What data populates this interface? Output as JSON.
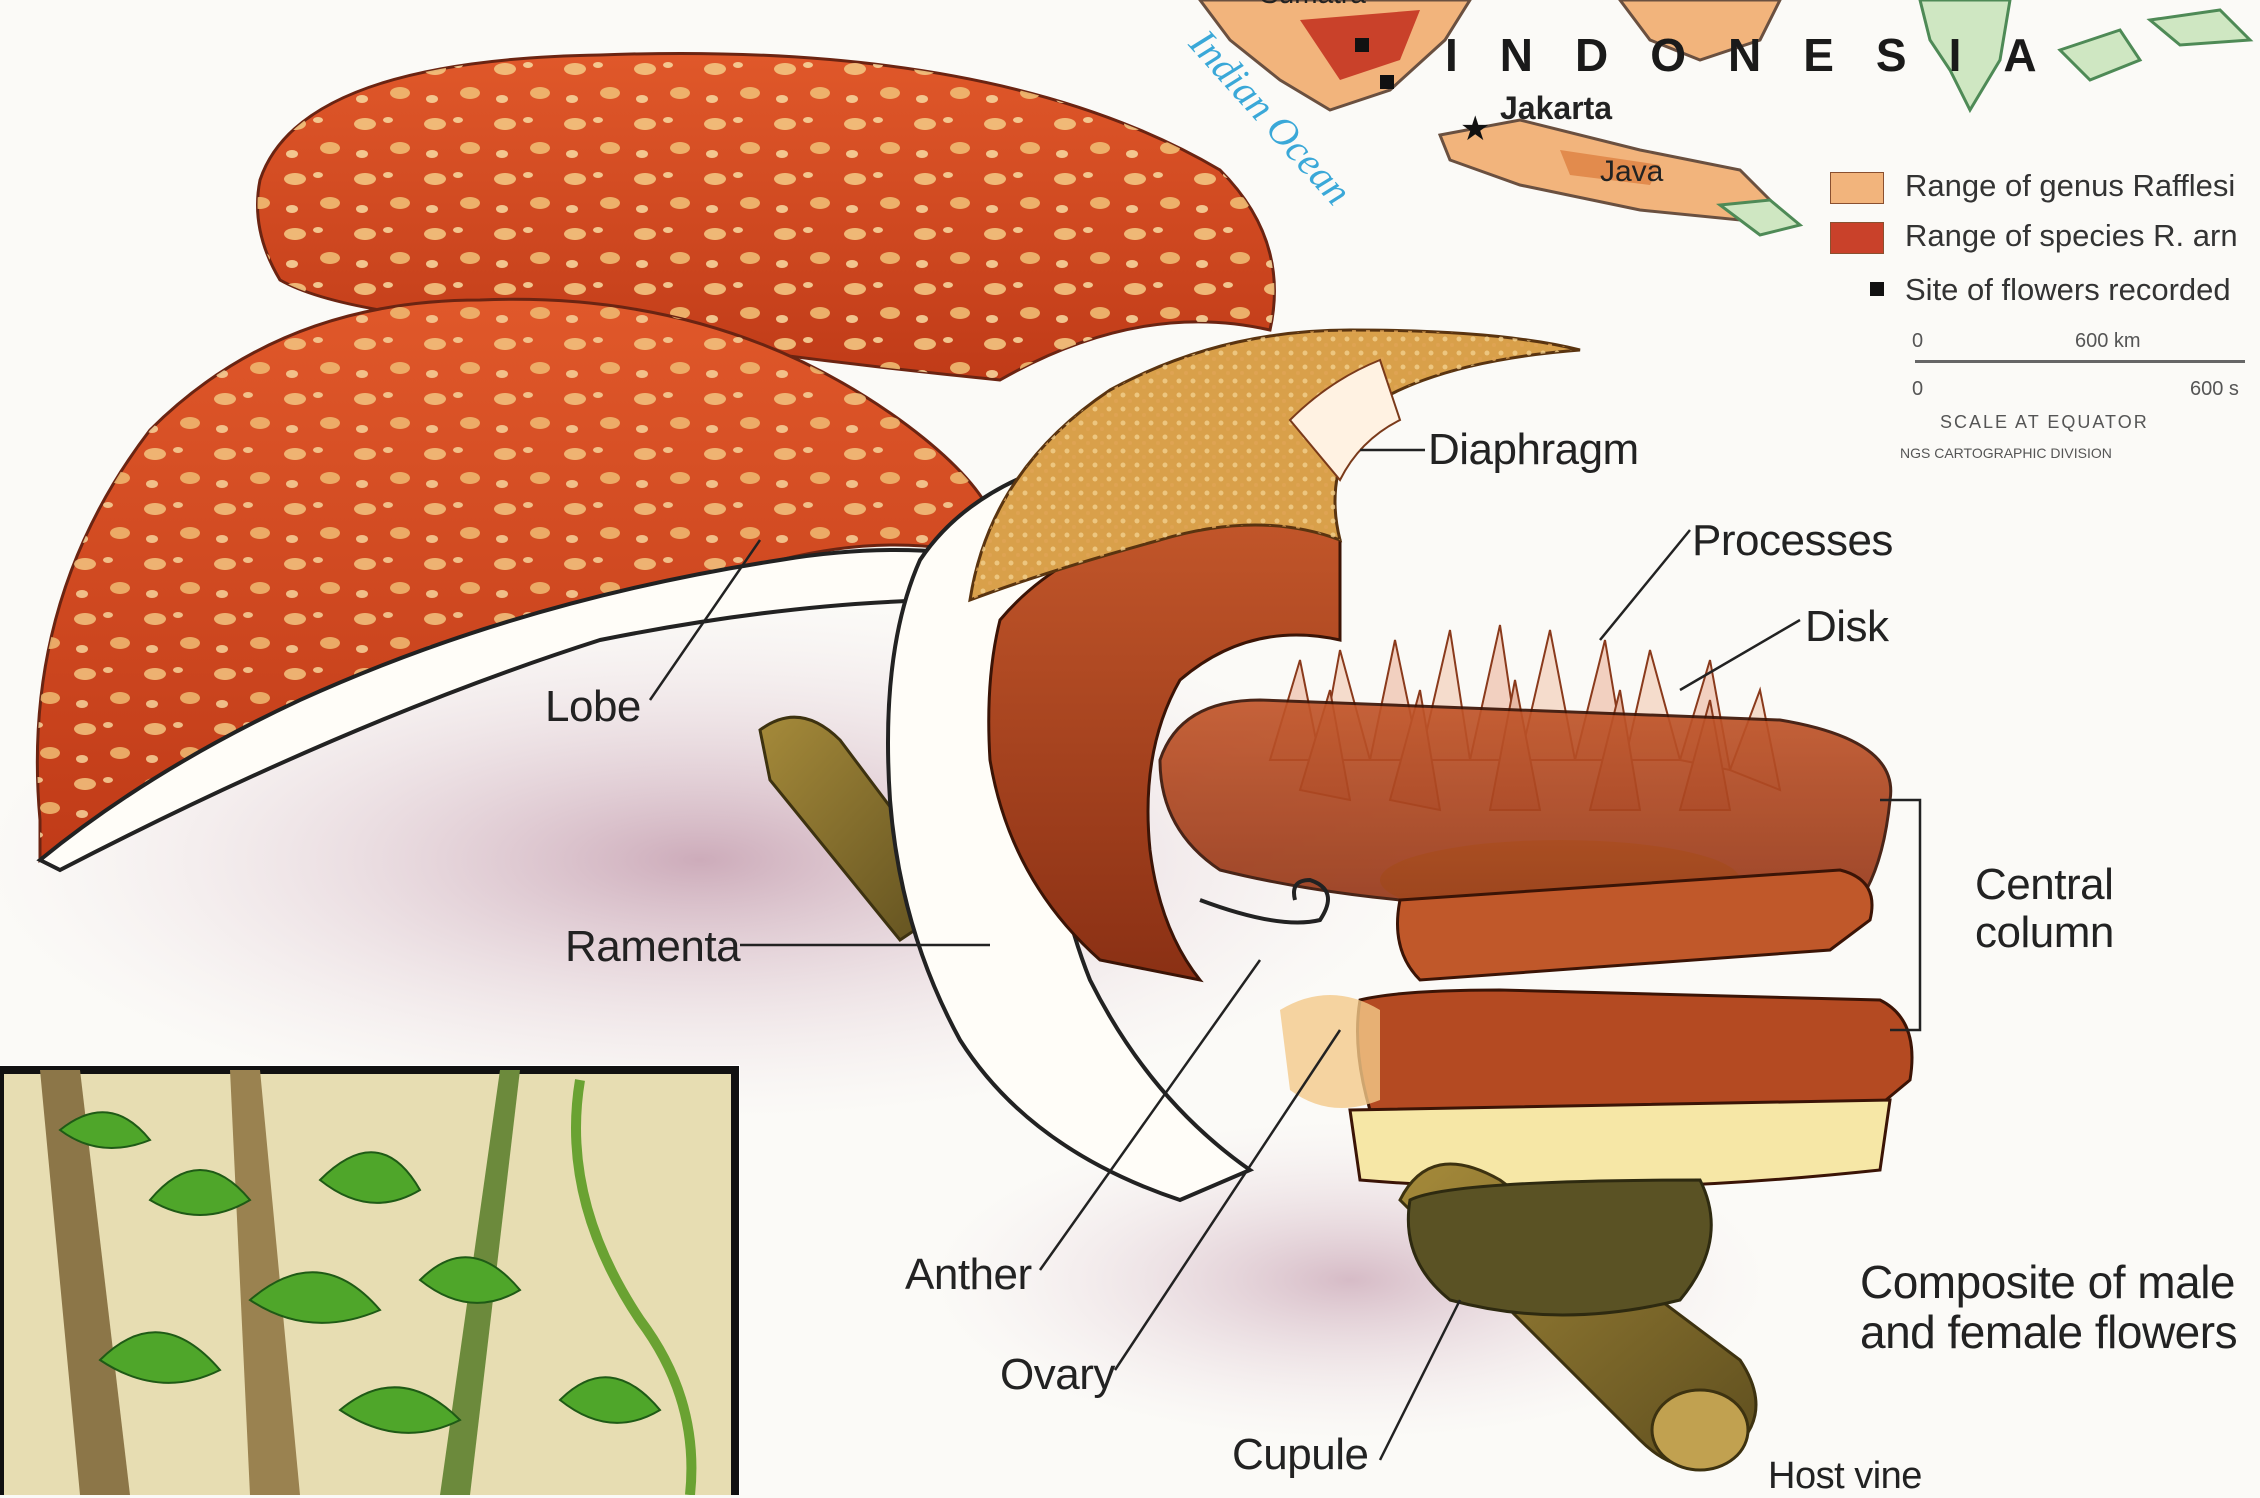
{
  "map": {
    "country": "INDONESIA",
    "island_top": "Sumatra",
    "capital": "Jakarta",
    "island": "Java",
    "ocean": "Indian Ocean",
    "legend": [
      {
        "text": "Range of genus Rafflesi",
        "color": "#f2b47c"
      },
      {
        "text": "Range of species R. arn",
        "color": "#c9412a"
      },
      {
        "text": "Site of flowers recorded",
        "color": "#111111"
      }
    ],
    "scale": {
      "zero_top": "0",
      "km_label": "600 km",
      "zero_bottom": "0",
      "mi_label": "600 s",
      "caption": "SCALE AT EQUATOR",
      "credit": "NGS CARTOGRAPHIC DIVISION"
    }
  },
  "labels": {
    "diaphragm": "Diaphragm",
    "processes": "Processes",
    "disk": "Disk",
    "lobe": "Lobe",
    "central_column_1": "Central",
    "central_column_2": "column",
    "ramenta": "Ramenta",
    "anther": "Anther",
    "ovary": "Ovary",
    "cupule": "Cupule",
    "host_vine": "Host vine",
    "composite_1": "Composite of male",
    "composite_2": "and female flowers"
  },
  "colors": {
    "petal": "#d3461f",
    "petal_dark": "#a92f14",
    "spot": "#f2c27a",
    "inner_brown": "#b04a22",
    "diaphragm_tan": "#d9a04a",
    "vine": "#7a6a2e",
    "leaf_green": "#4fa62a"
  }
}
